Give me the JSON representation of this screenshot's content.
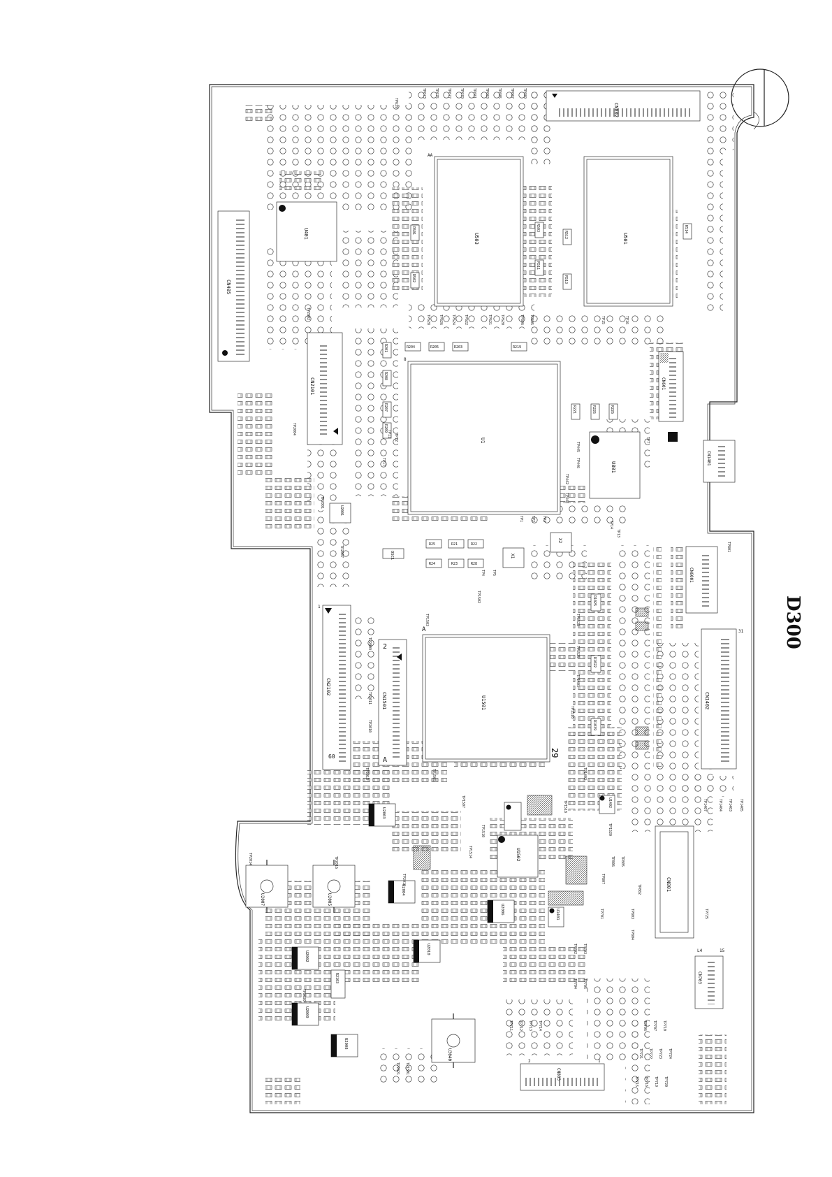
{
  "board": {
    "title": "D300",
    "colors": {
      "ink": "#111111",
      "paper": "#ffffff"
    }
  },
  "ics": [
    {
      "id": "ic-u503",
      "label": "U503"
    },
    {
      "id": "ic-u501",
      "label": "U501"
    },
    {
      "id": "ic-u401",
      "label": "U401"
    },
    {
      "id": "ic-u1",
      "label": "U1"
    },
    {
      "id": "ic-u1501",
      "label": "U1501"
    },
    {
      "id": "ic-u801",
      "label": "U801"
    },
    {
      "id": "ic-u1502",
      "label": "U1502"
    },
    {
      "id": "ic-u1401",
      "label": "U1401"
    }
  ],
  "connectors": [
    {
      "id": "cn-cn802",
      "label": "CN802"
    },
    {
      "id": "cn-cn405",
      "label": "CN405"
    },
    {
      "id": "cn-cn2101",
      "label": "CN2101"
    },
    {
      "id": "cn-cn601",
      "label": "CN601"
    },
    {
      "id": "cn-cn1401",
      "label": "CN1401"
    },
    {
      "id": "cn-cn6001",
      "label": "CN6001"
    },
    {
      "id": "cn-cn1402",
      "label": "CN1402"
    },
    {
      "id": "cn-cn2102",
      "label": "CN2102"
    },
    {
      "id": "cn-cn1501",
      "label": "CN1501"
    },
    {
      "id": "cn-cn801",
      "label": "CN801"
    },
    {
      "id": "cn-cn703",
      "label": "CN703"
    },
    {
      "id": "cn-cn803",
      "label": "CN803"
    }
  ],
  "regulators": [
    {
      "id": "reg-u2007",
      "label": "U2007"
    },
    {
      "id": "reg-u2005",
      "label": "U2005"
    },
    {
      "id": "reg-u3040",
      "label": "U3040"
    }
  ],
  "transistors": [
    {
      "id": "q-u2003",
      "label": "U2003"
    },
    {
      "id": "q-u2004",
      "label": "U2004"
    },
    {
      "id": "q-u2006",
      "label": "U2006"
    },
    {
      "id": "q-u2010",
      "label": "U2010"
    },
    {
      "id": "q-u2002",
      "label": "U2002"
    },
    {
      "id": "q-u2009",
      "label": "U2009"
    },
    {
      "id": "q-u2008",
      "label": "U2008"
    },
    {
      "id": "q-u2001",
      "label": "U2001"
    },
    {
      "id": "q-u1402",
      "label": "U1402"
    }
  ],
  "crystals": [
    {
      "id": "x-x2",
      "label": "X2"
    },
    {
      "id": "x-x1",
      "label": "X1"
    }
  ],
  "resistor_labels": [
    {
      "id": "r-r501",
      "label": "R501"
    },
    {
      "id": "r-r502",
      "label": "R502"
    },
    {
      "id": "r-r503",
      "label": "R503"
    },
    {
      "id": "r-r511",
      "label": "R511"
    },
    {
      "id": "r-r512",
      "label": "R512"
    },
    {
      "id": "r-r513",
      "label": "R513"
    },
    {
      "id": "r-r514",
      "label": "R514"
    },
    {
      "id": "r-r204",
      "label": "R204"
    },
    {
      "id": "r-r205",
      "label": "R205"
    },
    {
      "id": "r-r203",
      "label": "R203"
    },
    {
      "id": "r-r219",
      "label": "R219"
    },
    {
      "id": "r-r201",
      "label": "R201"
    },
    {
      "id": "r-r208",
      "label": "R208"
    },
    {
      "id": "r-r207",
      "label": "R207"
    },
    {
      "id": "r-r209",
      "label": "R209"
    },
    {
      "id": "r-r221",
      "label": "R221"
    },
    {
      "id": "r-r225",
      "label": "R225"
    },
    {
      "id": "r-r226",
      "label": "R226"
    },
    {
      "id": "r-r25",
      "label": "R25"
    },
    {
      "id": "r-r21",
      "label": "R21"
    },
    {
      "id": "r-r22",
      "label": "R22"
    },
    {
      "id": "r-r24",
      "label": "R24"
    },
    {
      "id": "r-r23",
      "label": "R23"
    },
    {
      "id": "r-r28",
      "label": "R28"
    },
    {
      "id": "r-r1022",
      "label": "R1022"
    },
    {
      "id": "r-r1025",
      "label": "R1025"
    },
    {
      "id": "r-r1039",
      "label": "R1039"
    },
    {
      "id": "r-r2103",
      "label": "R2103"
    }
  ],
  "testpoints": [
    "TP639",
    "TP673",
    "TP675",
    "TP677",
    "TP679",
    "TP681",
    "TP683",
    "TP685",
    "TP687",
    "TP689",
    "TP628",
    "TP626",
    "TP624",
    "TP622",
    "TP621",
    "TP620",
    "TP606",
    "TP605",
    "TP445",
    "TP446",
    "TP442",
    "TP448",
    "TP1",
    "TP2",
    "TP3",
    "TP4",
    "TP5",
    "TP7",
    "TP11",
    "TP12",
    "TP13",
    "TP14",
    "TP15",
    "TP16",
    "TP17",
    "TP2001",
    "TP2002",
    "TP2004",
    "TP2007",
    "TP2009",
    "TP2010",
    "TP2011",
    "TP2013",
    "TP2014",
    "TP2016",
    "TP2019",
    "TP2020",
    "TP2021",
    "TP1501",
    "TP1502",
    "TP1503",
    "TP1505",
    "TP1507",
    "TP1510",
    "TP1514",
    "TP1516",
    "TP1518",
    "TP1520",
    "TP1522",
    "TP1525",
    "TP1401",
    "TP1402",
    "TP1403",
    "TP1404",
    "TP1405",
    "TP1407",
    "TP801",
    "TP802",
    "TP803",
    "TP804",
    "TP805",
    "TP806",
    "TP807",
    "TP701",
    "TP702",
    "TP703",
    "TP704",
    "TP705",
    "TP706",
    "TP707",
    "TP710",
    "TP711",
    "TP712",
    "TP713",
    "TP714",
    "TP715",
    "TP716",
    "TP719",
    "TP720",
    "TP721",
    "TP722",
    "TP723",
    "TP724",
    "TP725"
  ],
  "misc_labels": {
    "osc": "OSC1",
    "pin1": "1",
    "pin2": "2",
    "pinA": "A",
    "pin29": "29",
    "pin31": "31",
    "pin60": "60",
    "pin15": "15",
    "pinL4": "L4",
    "pin8": "8",
    "pinAA": "AA"
  }
}
